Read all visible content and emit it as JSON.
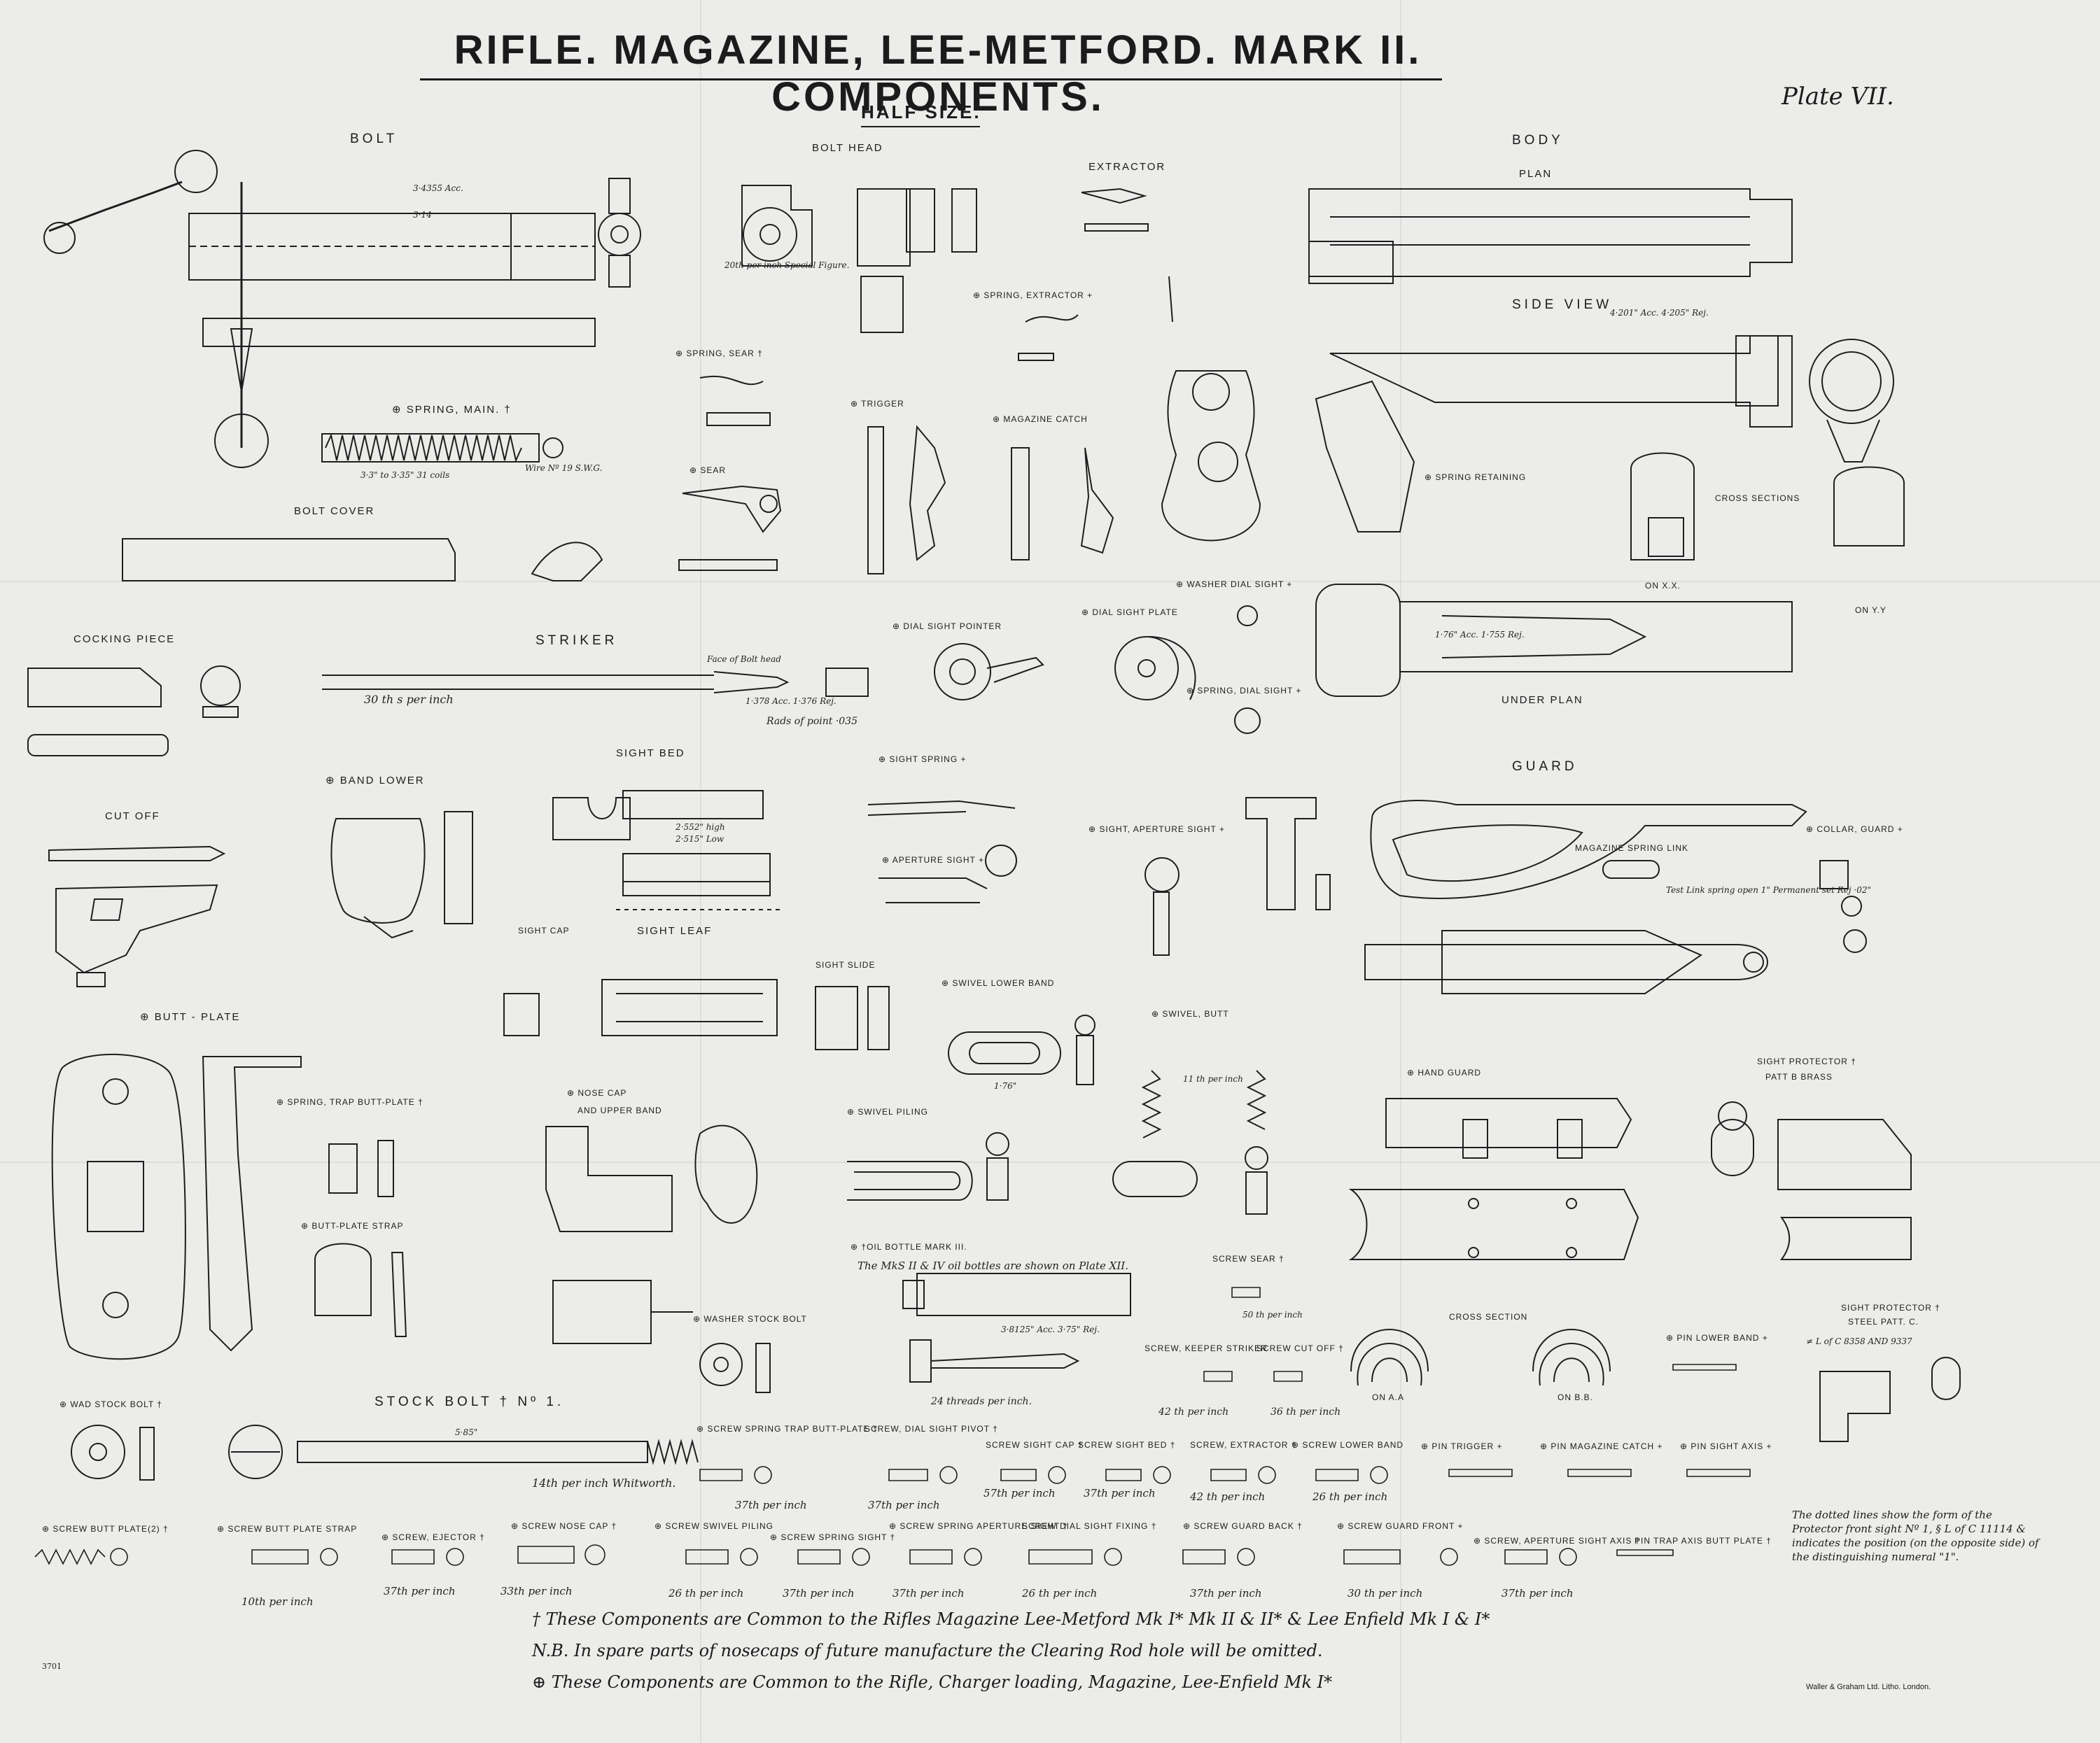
{
  "title": "RIFLE. MAGAZINE, LEE-METFORD. MARK II. COMPONENTS.",
  "plate": "Plate VII.",
  "scale": "HALF SIZE.",
  "labels": {
    "bolt": "BOLT",
    "bolt_head": "BOLT HEAD",
    "extractor": "EXTRACTOR",
    "spring_extractor": "⊕ SPRING, EXTRACTOR +",
    "body": "BODY",
    "plan": "PLAN",
    "side_view": "SIDE VIEW",
    "spring_sear": "⊕ SPRING, SEAR †",
    "trigger": "⊕ TRIGGER",
    "magazine_catch": "⊕ MAGAZINE CATCH",
    "spring_main": "⊕ SPRING, MAIN. †",
    "sear": "⊕ SEAR",
    "spring_retaining": "⊕ SPRING RETAINING",
    "cross_sections": "CROSS SECTIONS",
    "bolt_cover": "BOLT COVER",
    "washer_dial_sight": "⊕ WASHER DIAL SIGHT +",
    "on_xx": "ON X.X.",
    "on_yy": "ON Y.Y",
    "dial_sight_plate": "⊕ DIAL SIGHT PLATE",
    "dial_sight_pointer": "⊕ DIAL SIGHT POINTER",
    "cocking_piece": "COCKING PIECE",
    "striker": "STRIKER",
    "spring_dial_sight": "⊕ SPRING, DIAL SIGHT +",
    "under_plan": "UNDER PLAN",
    "sight_bed": "SIGHT BED",
    "band_lower": "⊕ BAND LOWER",
    "sight_spring": "⊕ SIGHT SPRING +",
    "guard": "GUARD",
    "cut_off": "CUT OFF",
    "sight_aperture_sight": "⊕ SIGHT, APERTURE SIGHT +",
    "collar_guard": "⊕ COLLAR, GUARD +",
    "aperture_sight": "⊕ APERTURE SIGHT +",
    "magazine_spring_link": "MAGAZINE SPRING LINK",
    "sight_cap": "SIGHT CAP",
    "sight_leaf": "SIGHT LEAF",
    "sight_slide": "SIGHT SLIDE",
    "swivel_lower_band": "⊕ SWIVEL LOWER BAND",
    "swivel_butt": "⊕ SWIVEL, BUTT",
    "butt_plate": "⊕ BUTT - PLATE",
    "sight_protector": "SIGHT PROTECTOR †",
    "patt_b_brass": "PATT B BRASS",
    "spring_trap_butt_plate": "⊕ SPRING, TRAP BUTT-PLATE †",
    "nose_cap": "⊕ NOSE CAP",
    "and_upper_band": "AND UPPER BAND",
    "swivel_piling": "⊕ SWIVEL PILING",
    "hand_guard": "⊕ HAND GUARD",
    "butt_plate_strap": "⊕ BUTT-PLATE STRAP",
    "oil_bottle": "⊕ †OIL BOTTLE MARK III.",
    "screw_sear": "SCREW SEAR †",
    "washer_stock_bolt": "⊕ WASHER STOCK BOLT",
    "cross_section": "CROSS SECTION",
    "sight_protector_steel": "SIGHT PROTECTOR †",
    "steel_patt_c": "STEEL PATT. C.",
    "pin_lower_band": "⊕ PIN LOWER BAND +",
    "screw_keeper_striker": "SCREW, KEEPER STRIKER",
    "screw_cut_off": "SCREW CUT OFF †",
    "on_aa": "ON A.A",
    "on_bb": "ON B.B.",
    "wad_stock_bolt": "⊕ WAD STOCK BOLT †",
    "stock_bolt": "STOCK BOLT † Nº 1.",
    "screw_spring_trap": "⊕ SCREW SPRING TRAP BUTT-PLATE †",
    "screw_dial_sight_pivot": "SCREW, DIAL SIGHT PIVOT †",
    "screw_sight_cap": "SCREW SIGHT CAP †",
    "screw_sight_bed": "SCREW SIGHT BED †",
    "screw_extractor": "SCREW, EXTRACTOR †",
    "screw_lower_band": "⊕ SCREW LOWER BAND",
    "pin_trigger": "⊕ PIN TRIGGER +",
    "pin_magazine_catch": "⊕ PIN MAGAZINE CATCH +",
    "pin_sight_axis": "⊕ PIN SIGHT AXIS +",
    "screw_butt_plate": "⊕ SCREW BUTT PLATE(2) †",
    "screw_butt_plate_strap": "⊕ SCREW BUTT PLATE STRAP",
    "screw_ejector": "⊕ SCREW, EJECTOR †",
    "screw_nose_cap": "⊕ SCREW NOSE CAP †",
    "screw_swivel_piling": "⊕ SCREW SWIVEL PILING",
    "screw_spring_sight": "⊕ SCREW SPRING SIGHT †",
    "screw_spring_aperture": "⊕ SCREW SPRING APERTURE SIGHT †",
    "screw_dial_sight_fixing": "SCREW DIAL SIGHT FIXING †",
    "screw_guard_back": "⊕ SCREW GUARD BACK †",
    "screw_guard_front": "⊕ SCREW GUARD FRONT +",
    "screw_aperture_sight_axis": "⊕ SCREW, APERTURE SIGHT AXIS †",
    "pin_trap_axis": "PIN TRAP AXIS BUTT PLATE †"
  },
  "dims": {
    "bolt_total": "3·14",
    "bolt_acc": "3·4355 Acc.",
    "spring_main_len": "3·3\" to 3·35\" 31 coils",
    "spring_main_wire": "Wire Nº 19 S.W.G.",
    "striker_threads": "30 th s per inch",
    "striker_face": "Face of Bolt head",
    "striker_acc": "1·378 Acc. 1·376 Rej.",
    "striker_rads": "Rads of point ·035",
    "sight_bed_high": "2·552\" high",
    "sight_bed_low": "2·515\" Low",
    "bolt_head_threads": "20th per inch Special Figure.",
    "body_side_acc": "4·201\" Acc. 4·205\" Rej.",
    "body_under": "1·76\" Acc. 1·755 Rej.",
    "stock_bolt_len": "5·85\"",
    "stock_bolt_threads": "14th per inch Whitworth.",
    "oil_bottle_note": "The MkS II & IV oil bottles are shown on Plate XII.",
    "oil_bottle_threads": "24 threads per inch.",
    "oil_bottle_len": "3·8125\" Acc. 3·75\" Rej.",
    "mag_link_note": "Test Link spring open 1\" Permanent set Rej ·02\"",
    "swivel_lower": "1·76\"",
    "swivel_butt_threads": "11 th per inch",
    "screw_keeper_threads": "42 th per inch",
    "screw_cutoff_threads": "36 th per inch",
    "screw_sear_threads": "50 th per inch",
    "t37a": "37th per inch",
    "t37b": "37th per inch",
    "t57": "57th per inch",
    "t37c": "37th per inch",
    "t42": "42 th per inch",
    "t26a": "26 th per inch",
    "t10": "10th per inch",
    "t37d": "37th per inch",
    "t33": "33th per inch",
    "t26b": "26 th per inch",
    "t37e": "37th per inch",
    "t37f": "37th per inch",
    "t26c": "26 th per inch",
    "t37g": "37th per inch",
    "t30": "30 th per inch",
    "t37h": "37th per inch",
    "steel_ref": "≠ L of C 8358 AND 9337"
  },
  "notes": [
    "† These Components are Common to the Rifles Magazine Lee-Metford Mk I* Mk II & II* & Lee Enfield Mk I & I*",
    "N.B. In spare parts of nosecaps of future manufacture the Clearing Rod hole will be omitted.",
    "⊕ These Components are Common to the Rifle, Charger loading, Magazine, Lee-Enfield Mk I*"
  ],
  "footnote": "The dotted lines show the form of the Protector front sight Nº 1, § L of C 11114 & indicates the position (on the opposite side) of the distinguishing numeral \"1\".",
  "printer": "Waller & Graham Ltd. Litho. London.",
  "sheet_no": "3701"
}
